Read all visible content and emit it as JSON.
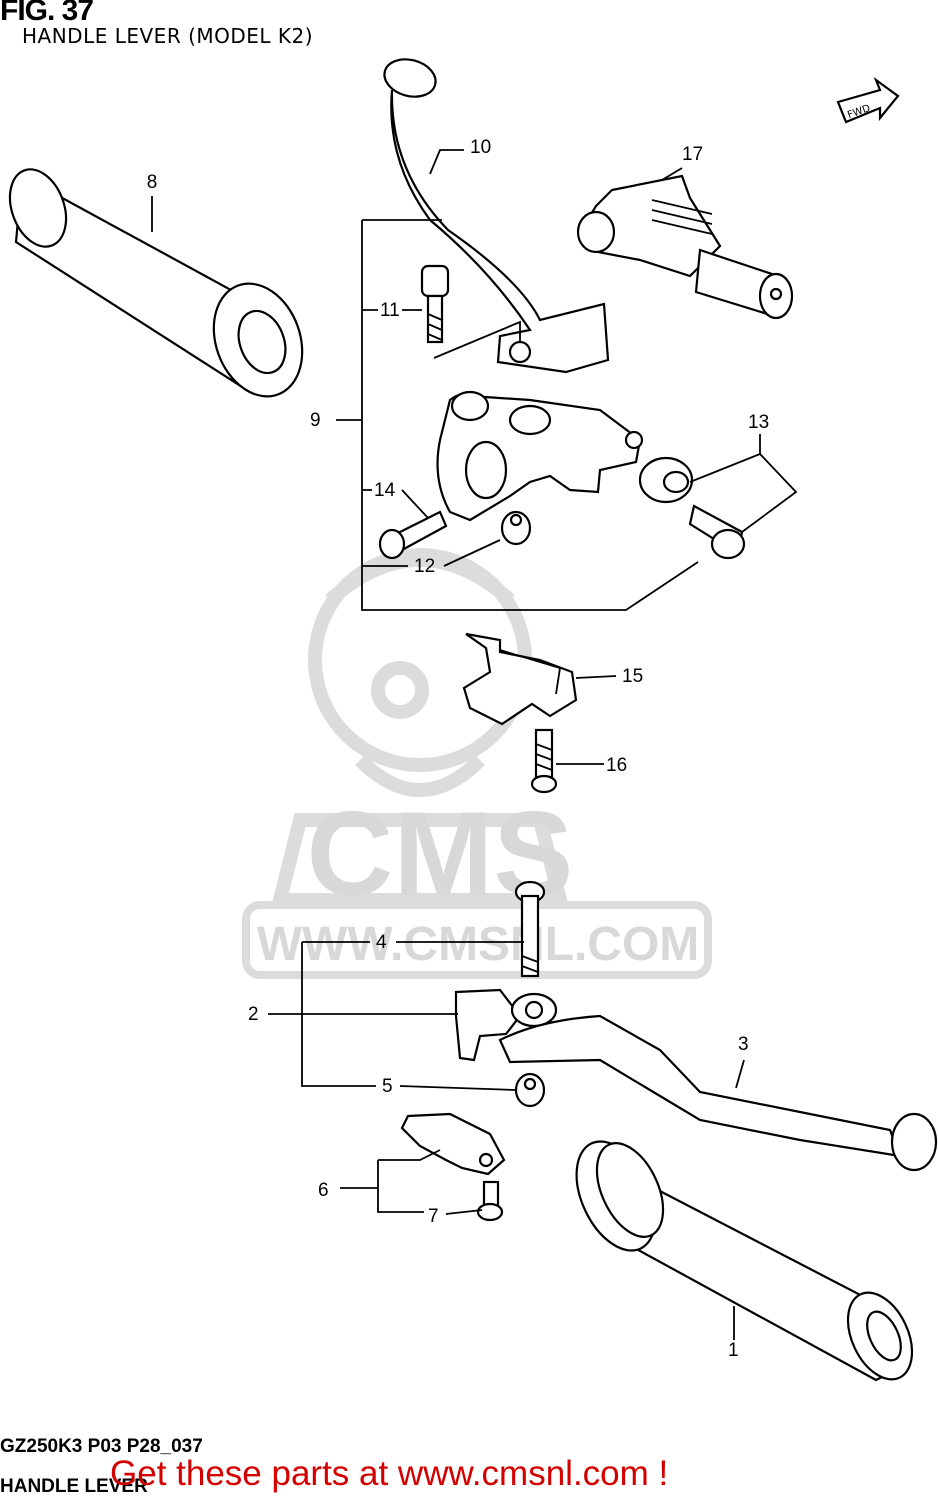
{
  "figure": {
    "title": "FIG. 37",
    "subtitle": "HANDLE LEVER (MODEL K2)",
    "fwd_label": "FWD"
  },
  "callouts": [
    "1",
    "2",
    "3",
    "4",
    "5",
    "6",
    "7",
    "8",
    "9",
    "10",
    "11",
    "12",
    "13",
    "14",
    "15",
    "16",
    "17"
  ],
  "watermark": {
    "logo_text": "CMS",
    "url_text": "WWW.CMSNL.COM"
  },
  "footer": {
    "code": "GZ250K3 P03 P28_037",
    "name": "HANDLE LEVER"
  },
  "promo": {
    "text": "Get these parts at www.cmsnl.com !",
    "color": "#d40000"
  },
  "icons": {
    "fwd": "fwd-arrow-icon",
    "mascot": "cms-mascot-icon"
  }
}
